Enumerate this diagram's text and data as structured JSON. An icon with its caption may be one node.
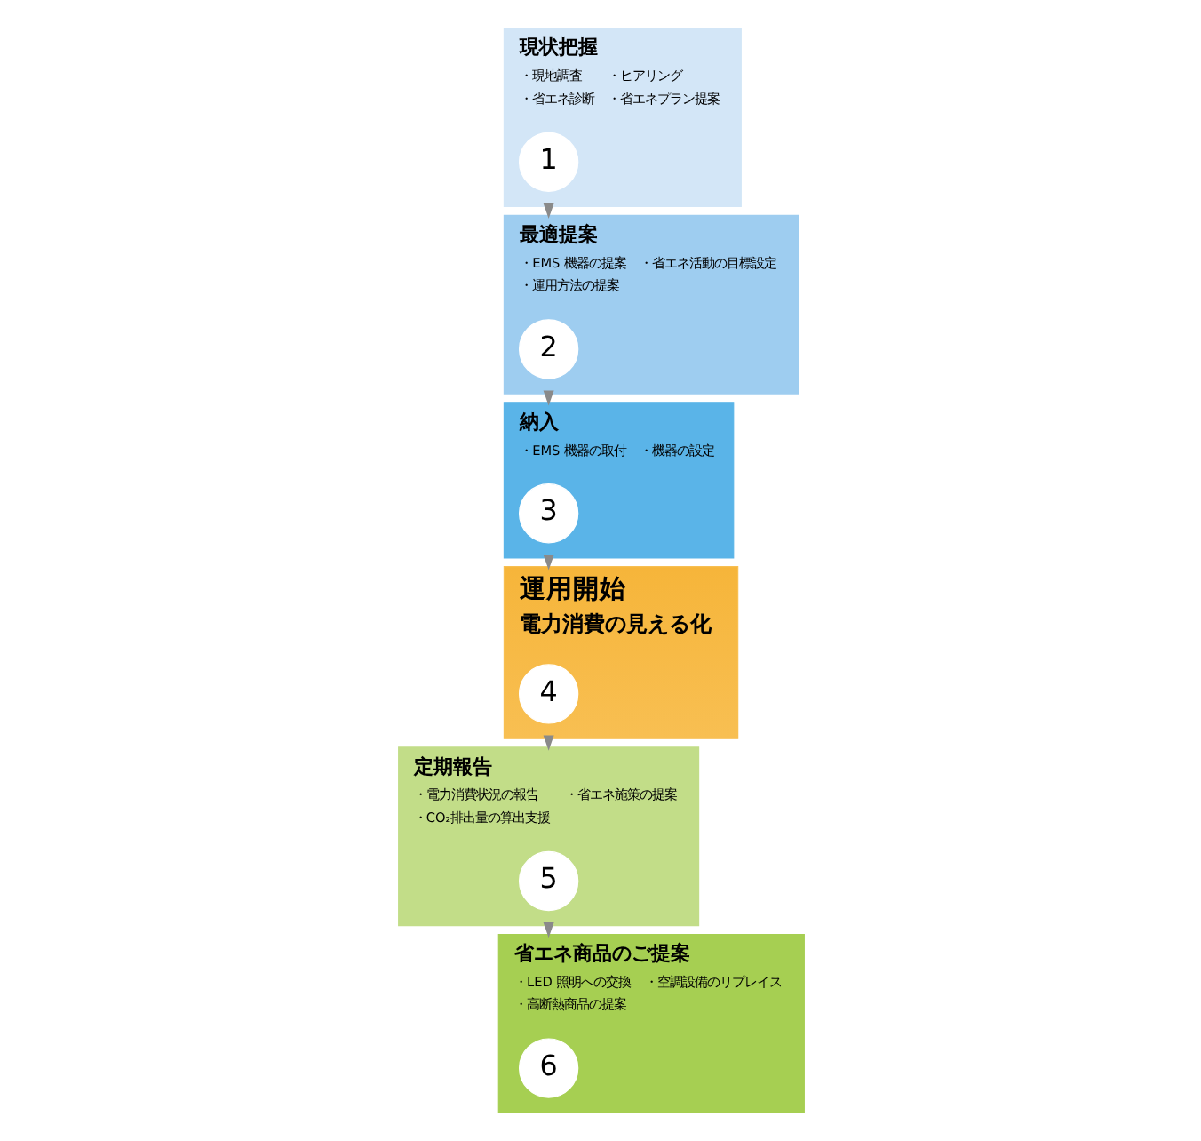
{
  "diagram": {
    "nodes": [
      {
        "text": [
          "現状把握",
          "・現地調査",
          "・ヒアリング",
          "・省エネ診断",
          "・省エネプラン提案"
        ]
      },
      {
        "text": [
          "1"
        ],
        "in": 0
      },
      {
        "text": [
          "最適提案",
          "・EMS 機器の提案",
          "・省エネ活動の目標設定",
          "・運用方法の提案"
        ]
      },
      {
        "text": [
          "2"
        ],
        "in": 2
      },
      {
        "text": [
          "納入",
          "・EMS 機器の取付",
          "・機器の設定"
        ]
      },
      {
        "text": [
          "3"
        ],
        "in": 4
      },
      {
        "text": [
          "運用開始",
          "電力消費の見える化"
        ]
      },
      {
        "text": [
          "4"
        ],
        "in": 6
      },
      {
        "text": [
          "定期報告",
          "・電力消費状況の報告",
          "・省エネ施策の提案",
          "・CO₂排出量の算出支援"
        ]
      },
      {
        "text": [
          "5"
        ],
        "in": 8
      },
      {
        "text": [
          "省エネ商品のご提案",
          "・LED 照明への交換",
          "・空調設備のリプレイス",
          "・高断熱商品の提案"
        ]
      },
      {
        "text": [
          "6"
        ],
        "in": 10
      }
    ],
    "edges": [
      {
        "from": 0,
        "to": 2,
        "arrow": "to"
      },
      {
        "from": 2,
        "to": 4,
        "arrow": "to"
      },
      {
        "from": 4,
        "to": 6,
        "arrow": "to"
      },
      {
        "from": 6,
        "to": 8,
        "arrow": "to"
      },
      {
        "from": 8,
        "to": 10,
        "arrow": "to"
      }
    ]
  }
}
